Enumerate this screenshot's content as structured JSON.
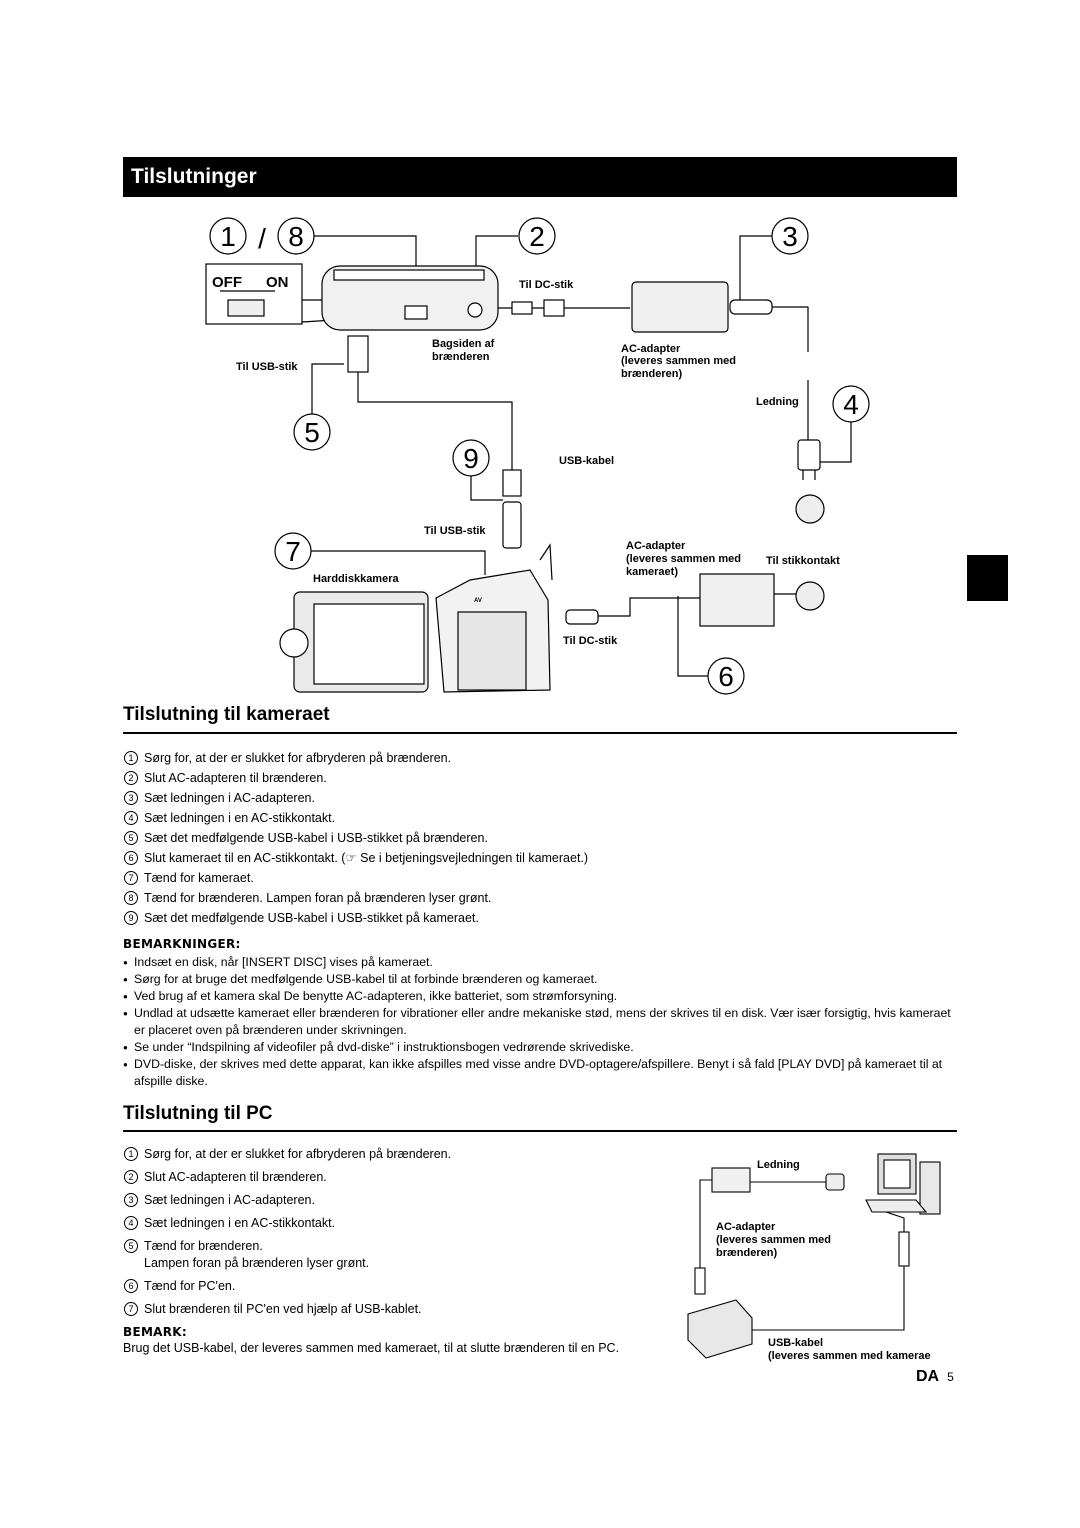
{
  "header": {
    "title": "Tilslutninger"
  },
  "diagram1": {
    "callouts": [
      "1",
      "/",
      "8",
      "2",
      "3",
      "4",
      "5",
      "9",
      "7",
      "6"
    ],
    "labels": {
      "off": "OFF",
      "on": "ON",
      "til_dc_stik_top": "Til DC-stik",
      "bagsiden_1": "Bagsiden af",
      "bagsiden_2": "brænderen",
      "til_usb_stik_left": "Til USB-stik",
      "ac_adapter_top_1": "AC-adapter",
      "ac_adapter_top_2": "(leveres sammen med",
      "ac_adapter_top_3": "brænderen)",
      "ledning": "Ledning",
      "usb_kabel": "USB-kabel",
      "til_usb_stik_mid": "Til USB-stik",
      "ac_adapter_bot_1": "AC-adapter",
      "ac_adapter_bot_2": "(leveres sammen med",
      "ac_adapter_bot_3": "kameraet)",
      "til_stikkontakt": "Til stikkontakt",
      "harddiskkamera": "Harddiskkamera",
      "til_dc_stik_bot": "Til DC-stik",
      "av": "AV"
    }
  },
  "section_camera": {
    "title": "Tilslutning til kameraet",
    "steps": [
      {
        "n": "1",
        "text": "Sørg for, at der er slukket for afbryderen på brænderen."
      },
      {
        "n": "2",
        "text": "Slut AC-adapteren til brænderen."
      },
      {
        "n": "3",
        "text": "Sæt ledningen i AC-adapteren."
      },
      {
        "n": "4",
        "text": "Sæt ledningen i en AC-stikkontakt."
      },
      {
        "n": "5",
        "text": "Sæt det medfølgende USB-kabel i USB-stikket på brænderen."
      },
      {
        "n": "6",
        "text": "Slut kameraet til en AC-stikkontakt. (☞ Se i betjeningsvejledningen til kameraet.)"
      },
      {
        "n": "7",
        "text": "Tænd for kameraet."
      },
      {
        "n": "8",
        "text": "Tænd for brænderen. Lampen foran på brænderen lyser grønt."
      },
      {
        "n": "9",
        "text": "Sæt det medfølgende USB-kabel i USB-stikket på kameraet."
      }
    ],
    "notes_title": "BEMARKNINGER:",
    "notes": [
      "Indsæt en disk, når [INSERT DISC] vises på kameraet.",
      "Sørg for at bruge det medfølgende USB-kabel til at forbinde brænderen og kameraet.",
      "Ved brug af et kamera skal De benytte AC-adapteren, ikke batteriet, som strømforsyning.",
      "Undlad at udsætte kameraet eller brænderen for vibrationer eller andre mekaniske stød, mens der skrives til en disk. Vær især forsigtig, hvis kameraet er placeret oven på brænderen under skrivningen.",
      "Se under “Indspilning af videofiler på dvd-diske” i instruktionsbogen vedrørende skrivediske.",
      "DVD-diske, der skrives med dette apparat, kan ikke afspilles med visse andre DVD-optagere/afspillere. Benyt i så fald [PLAY DVD] på kameraet til at afspille diske."
    ]
  },
  "section_pc": {
    "title": "Tilslutning til PC",
    "steps": [
      {
        "n": "1",
        "text": "Sørg for, at der er slukket for afbryderen på brænderen."
      },
      {
        "n": "2",
        "text": "Slut AC-adapteren til brænderen."
      },
      {
        "n": "3",
        "text": "Sæt ledningen i AC-adapteren."
      },
      {
        "n": "4",
        "text": "Sæt ledningen i en AC-stikkontakt."
      },
      {
        "n": "5",
        "text": "Tænd for brænderen."
      },
      {
        "n": "",
        "text": "Lampen foran på brænderen lyser grønt."
      },
      {
        "n": "6",
        "text": "Tænd for PC'en."
      },
      {
        "n": "7",
        "text": "Slut brænderen til PC'en ved hjælp af USB-kablet."
      }
    ],
    "note_title": "BEMARK:",
    "note": "Brug det USB-kabel, der leveres sammen med kameraet, til at slutte brænderen til en PC.",
    "diagram": {
      "ledning": "Ledning",
      "ac_1": "AC-adapter",
      "ac_2": "(leveres sammen med",
      "ac_3": "brænderen)",
      "usb_1": "USB-kabel",
      "usb_2": "(leveres sammen med kamerae"
    }
  },
  "footer": {
    "lang": "DA",
    "page": "5"
  }
}
